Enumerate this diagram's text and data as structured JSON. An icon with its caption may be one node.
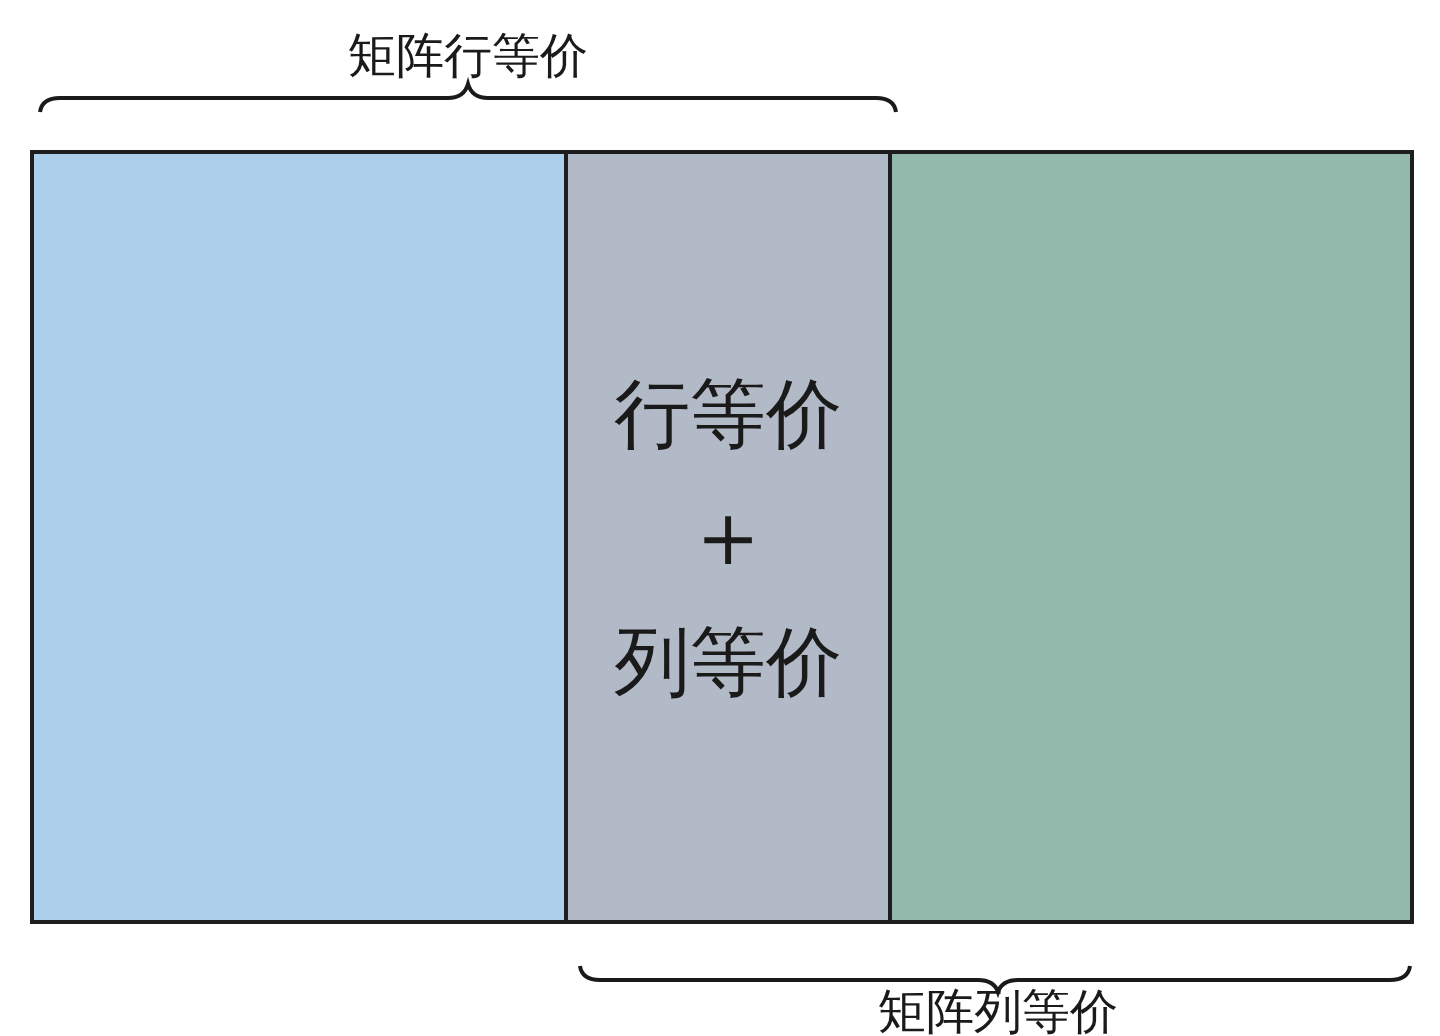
{
  "diagram": {
    "nodes": [
      {
        "text": [],
        "shape": "box"
      },
      {
        "text": [
          "行等价",
          "+",
          "列等价"
        ]
      },
      {
        "text": [],
        "shape": "box"
      }
    ],
    "labels": [
      "矩阵行等价",
      "矩阵列等价"
    ]
  }
}
